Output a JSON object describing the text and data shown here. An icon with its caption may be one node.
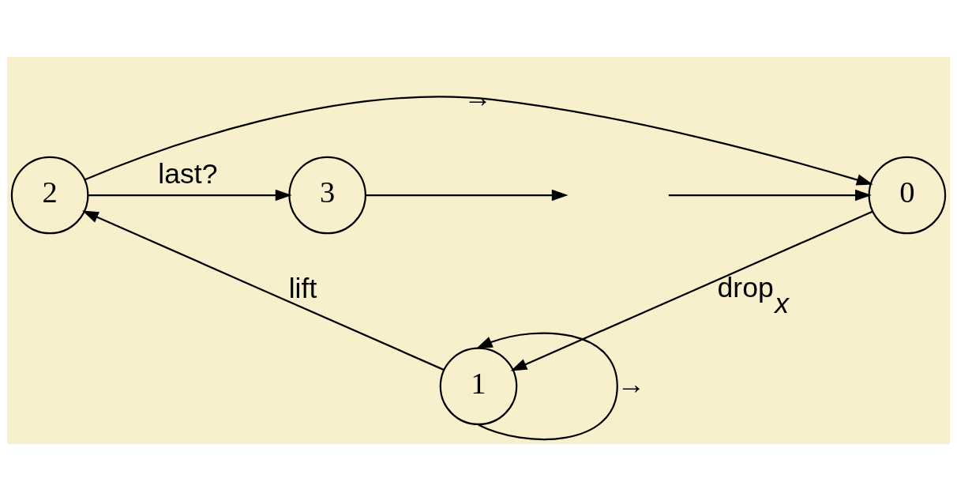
{
  "diagram": {
    "nodes": [
      {
        "text": [
          "0"
        ]
      },
      {
        "text": [
          "1"
        ]
      },
      {
        "text": [
          "2"
        ]
      },
      {
        "text": [
          "3"
        ]
      }
    ],
    "edges": [
      {
        "from": null,
        "to": 0,
        "arrow": "to"
      },
      {
        "from": 0,
        "to": 1,
        "arrow": "to",
        "label": "drop$_{x}$"
      },
      {
        "from": 1,
        "to": 1,
        "arrow": "to",
        "label": "→"
      },
      {
        "from": 1,
        "to": 2,
        "arrow": "to",
        "label": "lift"
      },
      {
        "from": 2,
        "to": 0,
        "arrow": "to",
        "label": "→"
      },
      {
        "from": 2,
        "to": 3,
        "arrow": "to",
        "label": "last?"
      },
      {
        "from": 3,
        "to": null,
        "arrow": "to"
      }
    ]
  }
}
